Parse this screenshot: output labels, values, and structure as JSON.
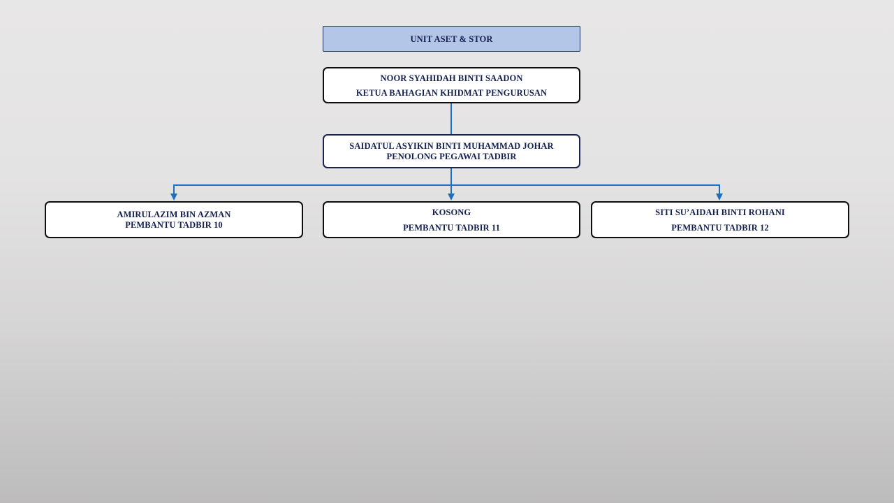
{
  "colors": {
    "header_fill": "#b4c6e7",
    "connector": "#1f6fc1",
    "text": "#14204e"
  },
  "unit": {
    "title": "UNIT ASET & STOR"
  },
  "head": {
    "name": "NOOR SYAHIDAH BINTI SAADON",
    "position": "KETUA BAHAGIAN KHIDMAT PENGURUSAN"
  },
  "assistant": {
    "name": "SAIDATUL ASYIKIN BINTI MUHAMMAD JOHAR",
    "position": "PENOLONG PEGAWAI TADBIR"
  },
  "staff": [
    {
      "name": "AMIRULAZIM BIN AZMAN",
      "position": "PEMBANTU TADBIR 10"
    },
    {
      "name": "KOSONG",
      "position": "PEMBANTU TADBIR 11"
    },
    {
      "name": "SITI SU’AIDAH BINTI ROHANI",
      "position": "PEMBANTU TADBIR 12"
    }
  ]
}
